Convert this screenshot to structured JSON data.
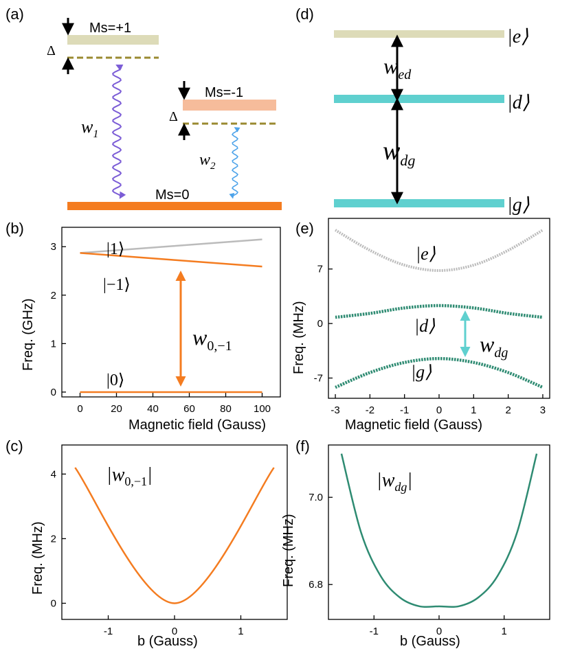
{
  "panels": {
    "a": {
      "label": "(a)",
      "levels": [
        "Ms=+1",
        "Ms=-1",
        "Ms=0"
      ],
      "delta": "Δ",
      "w1": "w",
      "w1_sub": "1",
      "w2": "w",
      "w2_sub": "2"
    },
    "b": {
      "label": "(b)",
      "xlabel": "Magnetic field (Gauss)",
      "ylabel": "Freq. (GHz)",
      "xticks": [
        "0",
        "20",
        "40",
        "60",
        "80",
        "100"
      ],
      "yticks": [
        "0",
        "1",
        "2",
        "3"
      ],
      "states": [
        "1",
        "−1",
        "0"
      ],
      "arrow_w": "w",
      "arrow_sub": "0,−1"
    },
    "c": {
      "label": "(c)",
      "xlabel": "b (Gauss)",
      "ylabel": "Freq. (MHz)",
      "xticks": [
        "-1",
        "0",
        "1"
      ],
      "yticks": [
        "0",
        "2",
        "4"
      ],
      "annot_w": "w",
      "annot_sub": "0,−1"
    },
    "d": {
      "label": "(d)",
      "states": [
        "e",
        "d",
        "g"
      ],
      "w_ed": "w",
      "w_ed_sub": "ed",
      "w_dg": "w",
      "w_dg_sub": "dg"
    },
    "e": {
      "label": "(e)",
      "xlabel": "Magnetic field (Gauss)",
      "ylabel": "Freq. (MHz)",
      "xticks": [
        "-3",
        "-2",
        "-1",
        "0",
        "1",
        "2",
        "3"
      ],
      "yticks": [
        "-7",
        "0",
        "7"
      ],
      "states": [
        "e",
        "d",
        "g"
      ],
      "arrow_w": "w",
      "arrow_sub": "dg"
    },
    "f": {
      "label": "(f)",
      "xlabel": "b (Gauss)",
      "ylabel": "Freq. (MHz)",
      "xticks": [
        "-1",
        "0",
        "1"
      ],
      "yticks": [
        "6.8",
        "7.0"
      ],
      "annot_w": "w",
      "annot_sub": "dg"
    }
  },
  "colors": {
    "orange": "#f47c20",
    "gray": "#bbbbbb",
    "teal": "#5fd0cf",
    "green": "#2e8b72",
    "purple": "#7b5cd6",
    "blue": "#4da3ea",
    "beige": "#dddbb8",
    "peach": "#f5b08a",
    "olive": "#9a8a30"
  },
  "chart_data": [
    {
      "panel": "b",
      "type": "line",
      "xlim": [
        -10,
        110
      ],
      "ylim": [
        -0.1,
        3.4
      ],
      "series": [
        {
          "name": "|1⟩",
          "x": [
            0,
            100
          ],
          "values": [
            2.87,
            3.15
          ]
        },
        {
          "name": "|−1⟩",
          "x": [
            0,
            100
          ],
          "values": [
            2.87,
            2.59
          ]
        },
        {
          "name": "|0⟩",
          "x": [
            0,
            100
          ],
          "values": [
            0,
            0
          ]
        }
      ]
    },
    {
      "panel": "c",
      "type": "line",
      "xlim": [
        -1.7,
        1.7
      ],
      "ylim": [
        -0.5,
        4.9
      ],
      "series": [
        {
          "name": "|w0,−1|",
          "x": [
            -1.5,
            0,
            1.5
          ],
          "values": [
            4.2,
            0,
            4.2
          ]
        }
      ]
    },
    {
      "panel": "e",
      "type": "line",
      "xlim": [
        -3.2,
        3.2
      ],
      "ylim": [
        -9.6,
        13.5
      ],
      "series": [
        {
          "name": "|e⟩",
          "x": [
            -3,
            -2,
            -1,
            0,
            1,
            2,
            3
          ],
          "values": [
            12,
            9.4,
            7.5,
            6.8,
            7.5,
            9.4,
            12
          ]
        },
        {
          "name": "|d⟩",
          "x": [
            -3,
            -2,
            -1,
            0,
            1,
            2,
            3
          ],
          "values": [
            0.8,
            1.3,
            2.0,
            2.3,
            2.0,
            1.3,
            0.8
          ]
        },
        {
          "name": "|g⟩",
          "x": [
            -3,
            -2,
            -1,
            0,
            1,
            2,
            3
          ],
          "values": [
            -8.2,
            -6.3,
            -5.0,
            -4.5,
            -5.0,
            -6.3,
            -8.2
          ]
        }
      ]
    },
    {
      "panel": "f",
      "type": "line",
      "xlim": [
        -1.7,
        1.7
      ],
      "ylim": [
        6.72,
        7.12
      ],
      "series": [
        {
          "name": "|wdg|",
          "x": [
            -1.5,
            -1.2,
            -0.9,
            -0.6,
            -0.3,
            0,
            0.3,
            0.6,
            0.9,
            1.2,
            1.5
          ],
          "values": [
            7.1,
            6.92,
            6.82,
            6.77,
            6.75,
            6.75,
            6.75,
            6.77,
            6.82,
            6.92,
            7.1
          ]
        }
      ]
    }
  ]
}
